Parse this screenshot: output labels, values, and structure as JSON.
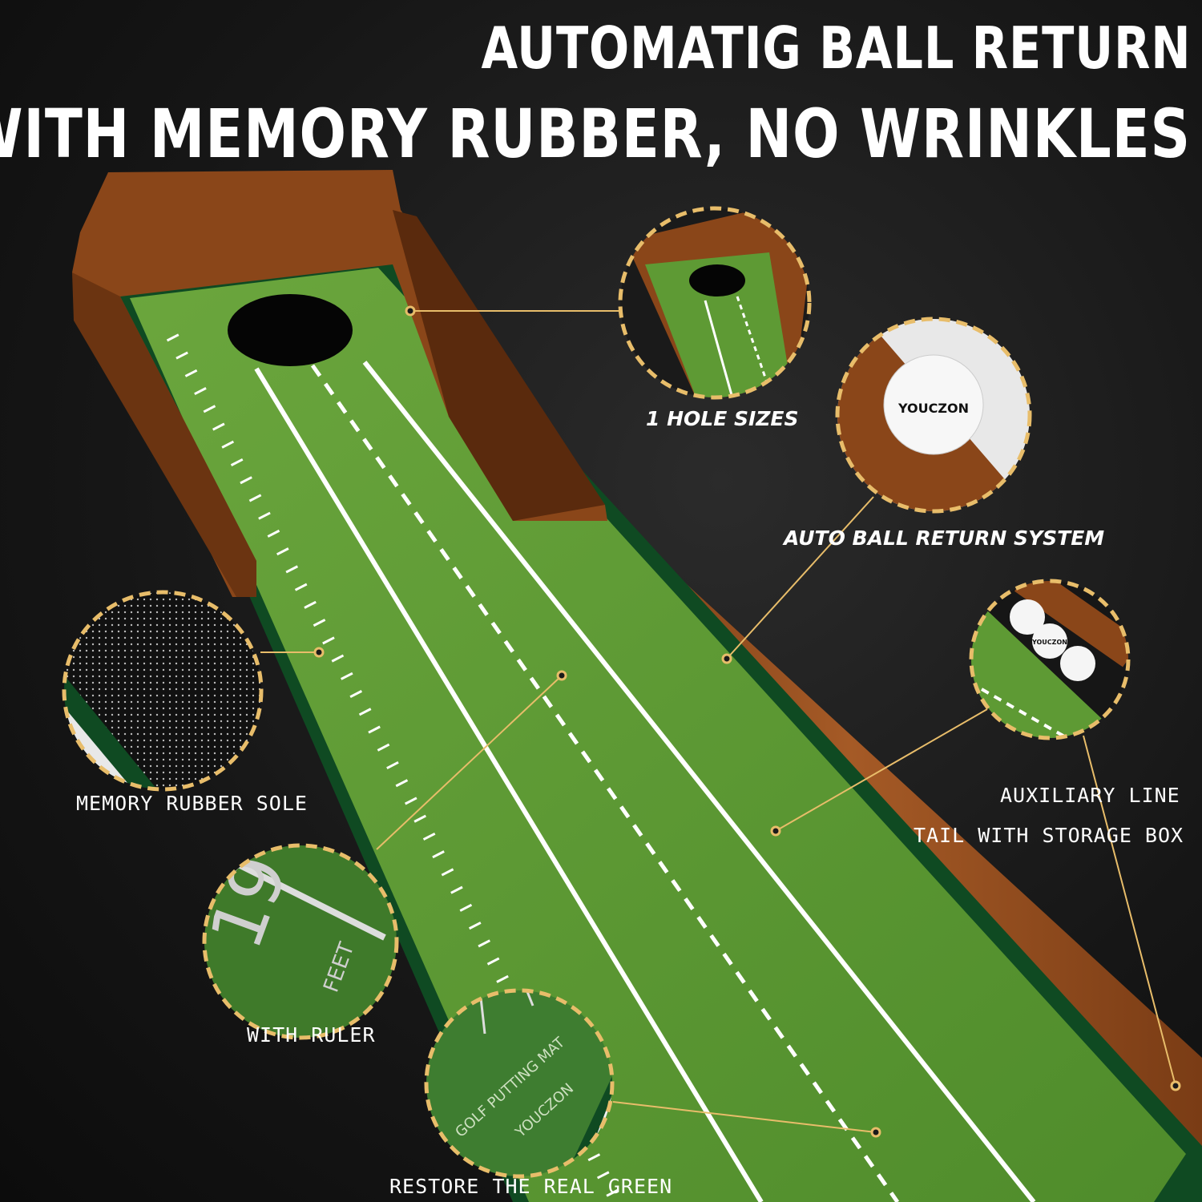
{
  "headline": {
    "line1": "AUTOMATIG BALL RETURN",
    "line2": "WITH MEMORY RUBBER, NO WRINKLES"
  },
  "callouts": {
    "hole_sizes": "1 HOLE SIZES",
    "auto_return": "AUTO BALL RETURN SYSTEM",
    "auxiliary_line": "AUXILIARY LINE",
    "tail_storage": "TAIL WITH STORAGE BOX",
    "memory_sole": "MEMORY RUBBER SOLE",
    "with_ruler": "WITH RULER",
    "real_green": "RESTORE THE REAL GREEN"
  },
  "mat_print": {
    "distance_number": "19",
    "distance_unit": "FEET",
    "product_name": "GOLF PUTTING MAT",
    "brand": "YOUCZON",
    "ball_brand": "YOUCZON",
    "ball_brand_small": "YOUCZON"
  },
  "colors": {
    "mat_green": "#5e9a34",
    "mat_border": "#0f4a22",
    "wood": "#8e4a1e",
    "callout_ring": "#e8bd6a",
    "background": "#1a1a1a"
  }
}
